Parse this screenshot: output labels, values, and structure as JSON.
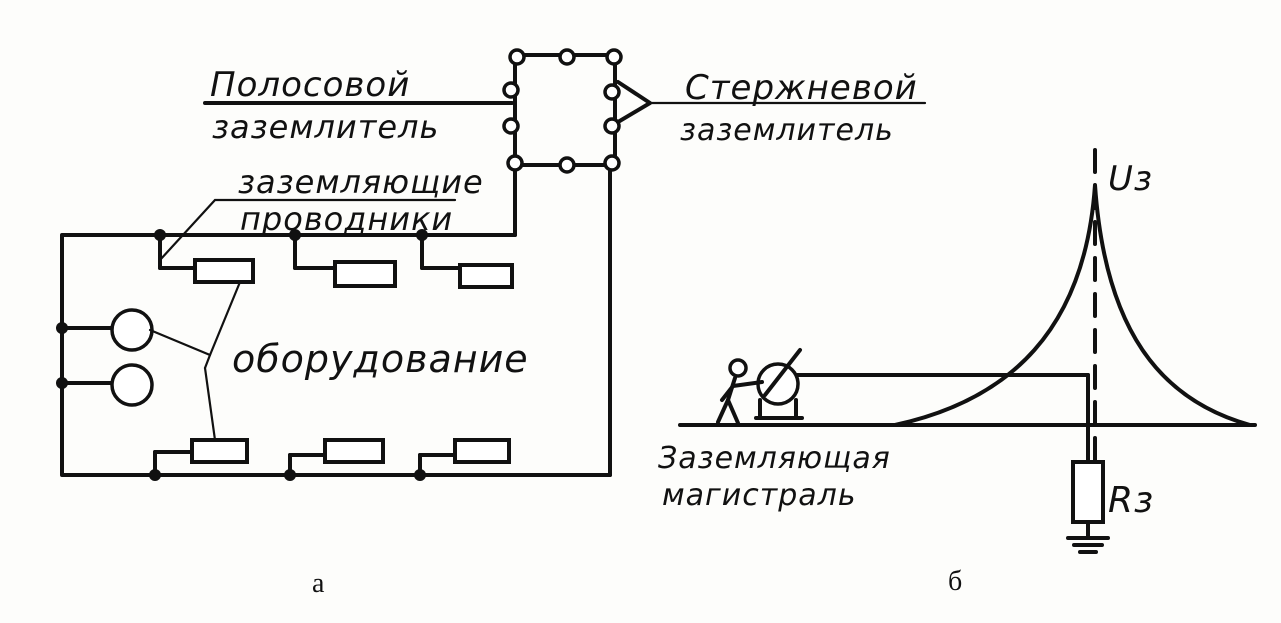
{
  "labels": {
    "strip_line1": "Полосовой",
    "strip_line2": "заземлитель",
    "rod_line1": "Стержневой",
    "rod_line2": "заземлитель",
    "cond_line1": "заземляющие",
    "cond_line2": "проводники",
    "equipment": "оборудование",
    "main_line1": "Заземляющая",
    "main_line2": "магистраль",
    "voltage": "Uз",
    "resistance": "Rз"
  },
  "captions": {
    "a": "а",
    "b": "б"
  }
}
